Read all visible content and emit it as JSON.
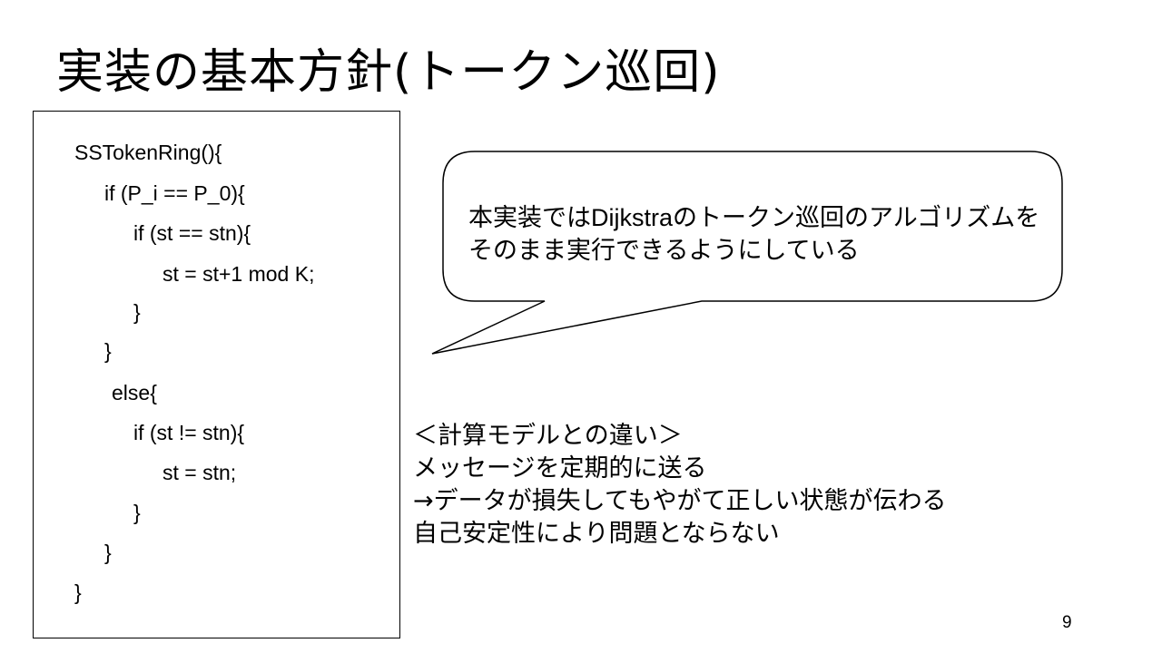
{
  "title": "実装の基本方針(トークン巡回)",
  "code": {
    "lines": [
      "SSTokenRing(){",
      "if (P_i == P_0){",
      "if (st == stn){",
      "st = st+1 mod K;",
      "}",
      "}",
      "else{",
      "if (st != stn){",
      "st = stn;",
      "}",
      "}",
      "}"
    ]
  },
  "callout": {
    "text_before": "本実装では",
    "text_latin": "Dijkstra",
    "text_after": "のトークン巡回のアルゴリズムをそのまま実行できるようにしている"
  },
  "notes": {
    "lines": [
      "＜計算モデルとの違い＞",
      "メッセージを定期的に送る",
      "→データが損失してもやがて正しい状態が伝わる",
      "自己安定性により問題とならない"
    ]
  },
  "page_number": "9"
}
